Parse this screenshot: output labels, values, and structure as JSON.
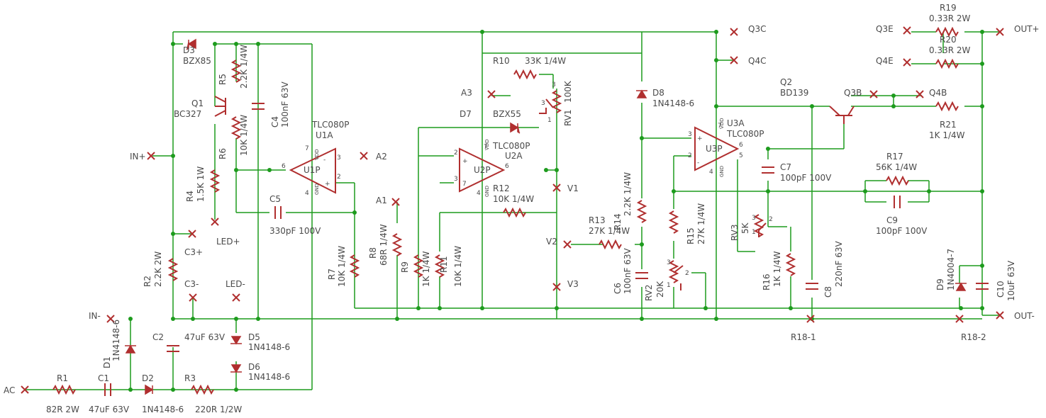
{
  "colors": {
    "wire": "#1d9b1d",
    "component": "#b02f2f",
    "text": "#4a4a4a",
    "background": "#ffffff"
  },
  "icons": [
    "resistor",
    "capacitor",
    "electrolytic-capacitor",
    "diode",
    "zener-diode",
    "pnp-transistor",
    "npn-transistor",
    "op-amp",
    "potentiometer",
    "no-connect-cross"
  ],
  "connectors": [
    "Q3C",
    "Q4C",
    "Q3E",
    "Q4E",
    "Q3B",
    "Q4B",
    "OUT+",
    "OUT-",
    "IN+",
    "IN-",
    "A1",
    "A2",
    "A3",
    "V1",
    "V2",
    "V3",
    "C3+",
    "C3-",
    "LED+",
    "LED-",
    "AC",
    "R18-1",
    "R18-2"
  ],
  "opamps": {
    "u1": {
      "label": "U1P",
      "ref": "U1A",
      "part": "TLC080P"
    },
    "u2": {
      "label": "U2P",
      "ref": "U2A",
      "part": "TLC080P"
    },
    "u3": {
      "label": "U3P",
      "ref": "U3A",
      "part": "TLC080P"
    },
    "vdd": "VDD",
    "gnd": "GND"
  },
  "parts": {
    "R1": {
      "ref": "R1",
      "value": "82R 2W"
    },
    "R2": {
      "ref": "R2",
      "value": "2.2K 2W"
    },
    "R3": {
      "ref": "R3",
      "value": "220R 1/2W"
    },
    "R4": {
      "ref": "R4",
      "value": "1.5K 1W"
    },
    "R5": {
      "ref": "R5",
      "value": "2.2K 1/4W"
    },
    "R6": {
      "ref": "R6",
      "value": "10K 1/4W"
    },
    "R7": {
      "ref": "R7",
      "value": "10K 1/4W"
    },
    "R8": {
      "ref": "R8",
      "value": "68R 1/4W"
    },
    "R9": {
      "ref": "R9",
      "value": "1K 1/4W"
    },
    "R10": {
      "ref": "R10",
      "value": "33K 1/4W"
    },
    "R11": {
      "ref": "R11",
      "value": "10K 1/4W"
    },
    "R12": {
      "ref": "R12",
      "value": "10K 1/4W"
    },
    "R13": {
      "ref": "R13",
      "value": "27K 1/4W"
    },
    "R14": {
      "ref": "R14",
      "value": "2.2K 1/4W"
    },
    "R15": {
      "ref": "R15",
      "value": "27K 1/4W"
    },
    "R16": {
      "ref": "R16",
      "value": "1K 1/4W"
    },
    "R17": {
      "ref": "R17",
      "value": "56K 1/4W"
    },
    "R19": {
      "ref": "R19",
      "value": "0.33R 2W"
    },
    "R20": {
      "ref": "R20",
      "value": "0.33R 2W"
    },
    "R21": {
      "ref": "R21",
      "value": "1K 1/4W"
    },
    "RV1": {
      "ref": "RV1",
      "value": "100K"
    },
    "RV2": {
      "ref": "RV2",
      "value": "20K"
    },
    "RV3": {
      "ref": "RV3",
      "value": "5K"
    },
    "C1": {
      "ref": "C1",
      "value": "47uF 63V"
    },
    "C2": {
      "ref": "C2",
      "value": "47uF 63V"
    },
    "C4": {
      "ref": "C4",
      "value": "100nF 63V"
    },
    "C5": {
      "ref": "C5",
      "value": "330pF 100V"
    },
    "C6": {
      "ref": "C6",
      "value": "100nF 63V"
    },
    "C7": {
      "ref": "C7",
      "value": "100pF 100V"
    },
    "C8": {
      "ref": "C8",
      "value": "220nF 63V"
    },
    "C9": {
      "ref": "C9",
      "value": "100pF 100V"
    },
    "C10": {
      "ref": "C10",
      "value": "10uF 63V"
    },
    "D1": {
      "ref": "D1",
      "value": "1N4148-6"
    },
    "D2": {
      "ref": "D2",
      "value": "1N4148-6"
    },
    "D3": {
      "ref": "D3",
      "value": "BZX85"
    },
    "D5": {
      "ref": "D5",
      "value": "1N4148-6"
    },
    "D6": {
      "ref": "D6",
      "value": "1N4148-6"
    },
    "D7": {
      "ref": "D7",
      "value": "BZX55"
    },
    "D8": {
      "ref": "D8",
      "value": "1N4148-6"
    },
    "D9": {
      "ref": "D9",
      "value": "1N4004-7"
    },
    "Q1": {
      "ref": "Q1",
      "value": "BC327"
    },
    "Q2": {
      "ref": "Q2",
      "value": "BD139"
    }
  },
  "pins": [
    "1",
    "2",
    "3",
    "4",
    "5",
    "6",
    "7",
    "+",
    "-"
  ]
}
